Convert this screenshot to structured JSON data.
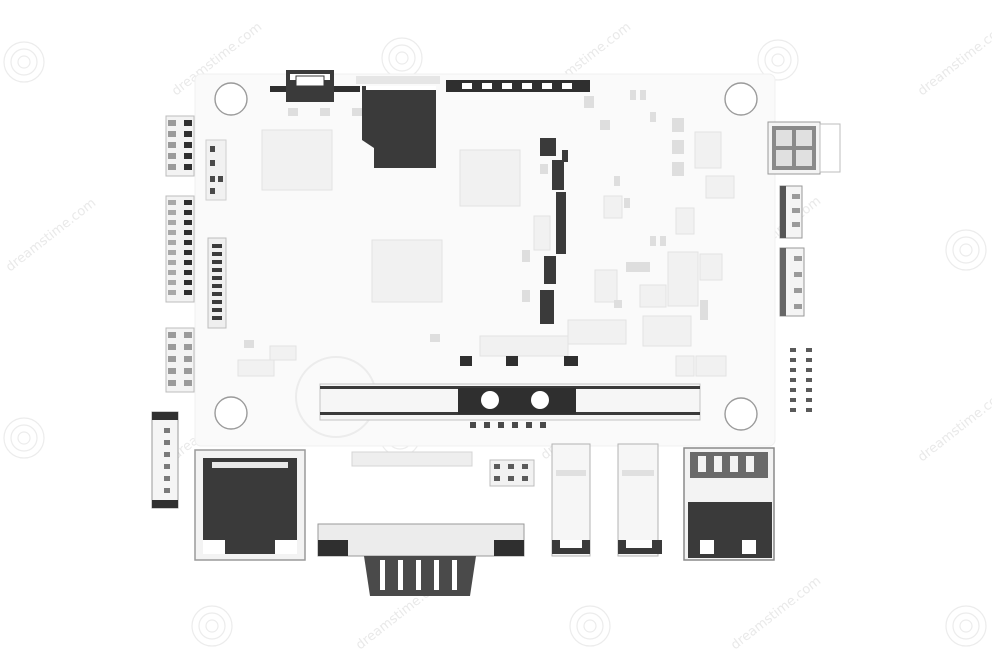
{
  "image": {
    "subject": "circuit-board",
    "style": "monochrome-blueprint",
    "palette": {
      "background": "#ffffff",
      "board": "#fafafa",
      "dark": "#2f2f2f",
      "mid": "#8a8a8a",
      "light": "#e6e6e6",
      "watermark": "#e9e9e9"
    }
  },
  "watermark": {
    "text": "dreamstime.com"
  }
}
